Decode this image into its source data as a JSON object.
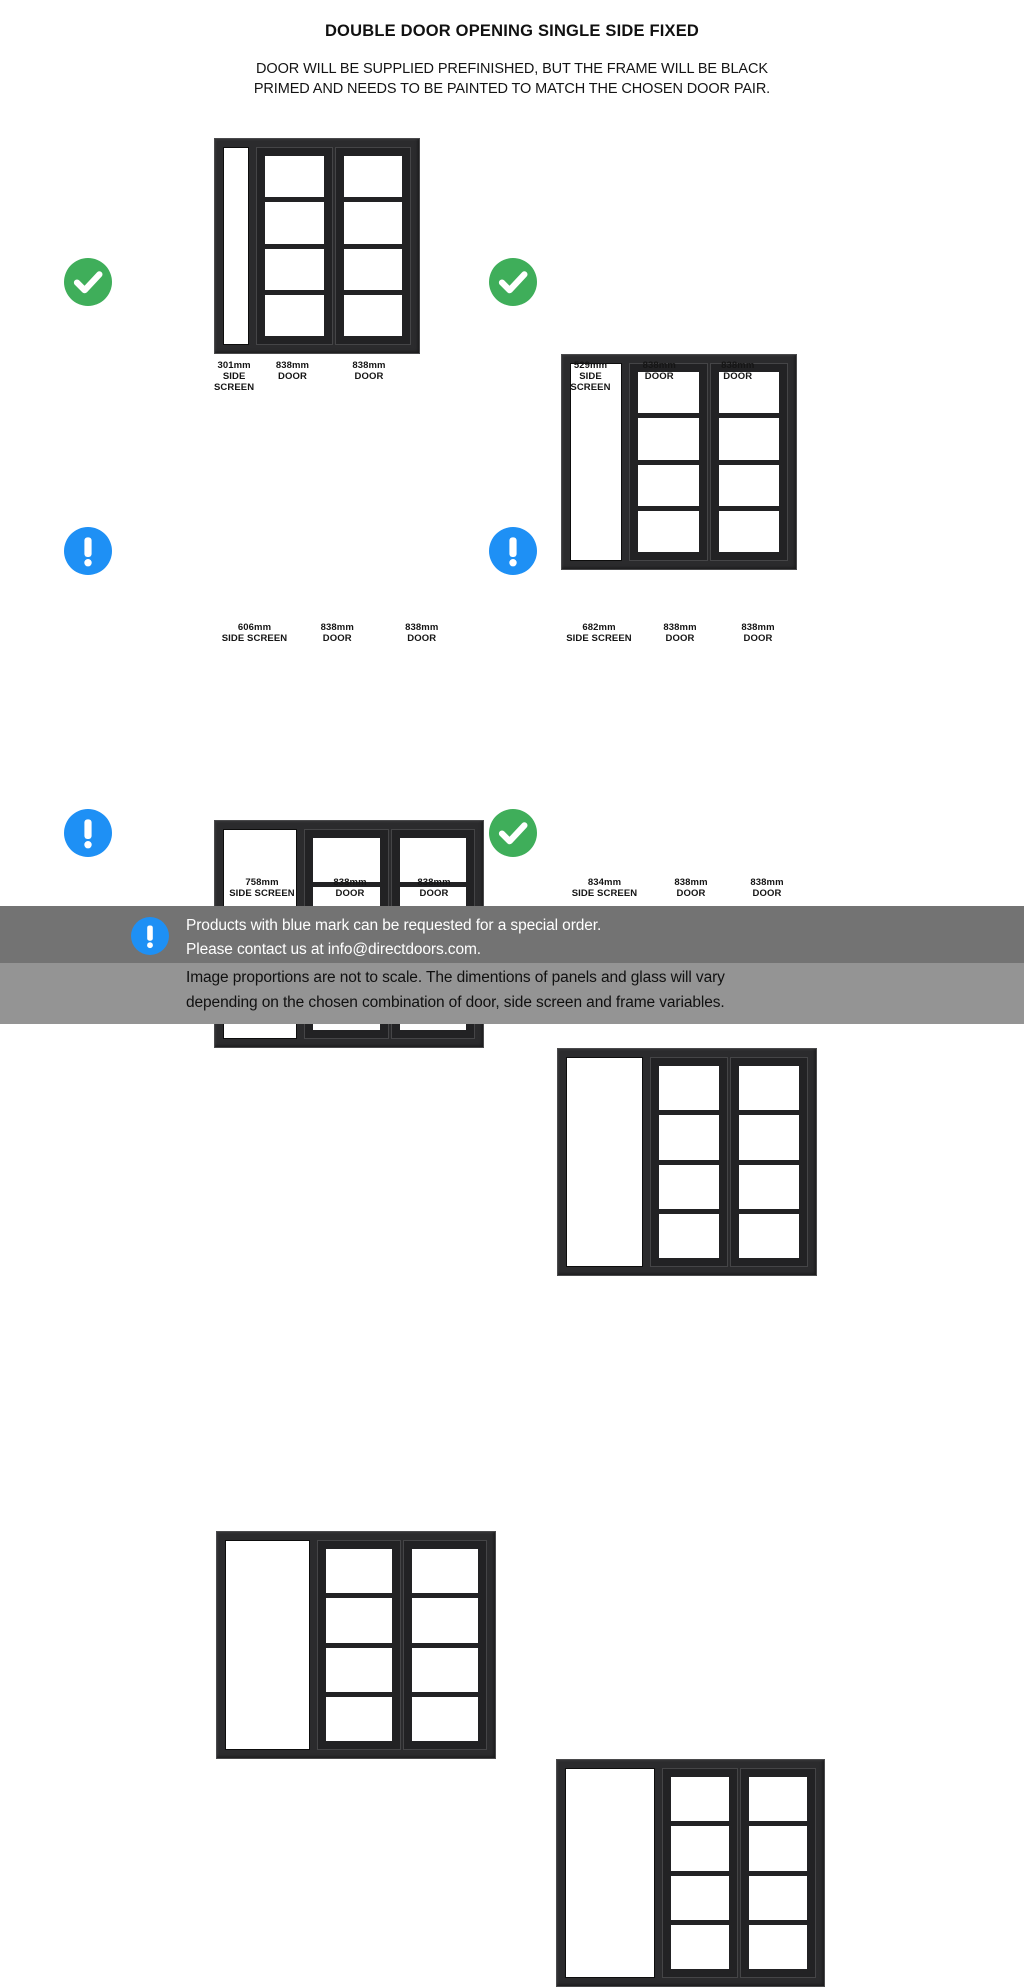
{
  "header": {
    "title": "DOUBLE DOOR OPENING SINGLE SIDE FIXED",
    "subtitle_line1": "DOOR WILL BE SUPPLIED PREFINISHED, BUT THE FRAME WILL BE BLACK",
    "subtitle_line2": "PRIMED AND NEEDS TO BE PAINTED TO MATCH THE CHOSEN DOOR PAIR."
  },
  "colors": {
    "ok_green": "#3fae5a",
    "info_blue": "#1e90f5",
    "frame_dark": "#2b2b2d",
    "glass_white": "#ffffff",
    "footer_dark_band": "#737373",
    "footer_light_band": "#949494"
  },
  "icon_labels": {
    "check": "check-icon",
    "exclamation": "exclamation-icon"
  },
  "configurations": [
    {
      "id": "config-301",
      "mark": "check",
      "mark_meaning": "Standard stock option",
      "side_screen": {
        "size": "301mm",
        "kind": "SIDE SCREEN"
      },
      "doors": [
        {
          "size": "838mm",
          "kind": "DOOR",
          "lites": 4
        },
        {
          "size": "838mm",
          "kind": "DOOR",
          "lites": 4
        }
      ]
    },
    {
      "id": "config-529",
      "mark": "check",
      "mark_meaning": "Standard stock option",
      "side_screen": {
        "size": "529mm",
        "kind": "SIDE SCREEN"
      },
      "doors": [
        {
          "size": "838mm",
          "kind": "DOOR",
          "lites": 4
        },
        {
          "size": "838mm",
          "kind": "DOOR",
          "lites": 4
        }
      ]
    },
    {
      "id": "config-606",
      "mark": "info",
      "mark_meaning": "Special order",
      "side_screen": {
        "size": "606mm",
        "kind": "SIDE SCREEN"
      },
      "doors": [
        {
          "size": "838mm",
          "kind": "DOOR",
          "lites": 4
        },
        {
          "size": "838mm",
          "kind": "DOOR",
          "lites": 4
        }
      ]
    },
    {
      "id": "config-682",
      "mark": "info",
      "mark_meaning": "Special order",
      "side_screen": {
        "size": "682mm",
        "kind": "SIDE SCREEN"
      },
      "doors": [
        {
          "size": "838mm",
          "kind": "DOOR",
          "lites": 4
        },
        {
          "size": "838mm",
          "kind": "DOOR",
          "lites": 4
        }
      ]
    },
    {
      "id": "config-758",
      "mark": "info",
      "mark_meaning": "Special order",
      "side_screen": {
        "size": "758mm",
        "kind": "SIDE SCREEN"
      },
      "doors": [
        {
          "size": "838mm",
          "kind": "DOOR",
          "lites": 4
        },
        {
          "size": "838mm",
          "kind": "DOOR",
          "lites": 4
        }
      ]
    },
    {
      "id": "config-834",
      "mark": "check",
      "mark_meaning": "Standard stock option",
      "side_screen": {
        "size": "834mm",
        "kind": "SIDE SCREEN"
      },
      "doors": [
        {
          "size": "838mm",
          "kind": "DOOR",
          "lites": 4
        },
        {
          "size": "838mm",
          "kind": "DOOR",
          "lites": 4
        }
      ]
    }
  ],
  "footer": {
    "special_order_line1": "Products with blue mark can be requested for a special order.",
    "special_order_line2": "Please contact us at info@directdoors.com.",
    "email": "info@directdoors.com",
    "scale_note_line1": "Image proportions are not to scale. The dimentions of panels and glass will vary",
    "scale_note_line2": "depending on the chosen combination of door, side screen and frame variables."
  }
}
